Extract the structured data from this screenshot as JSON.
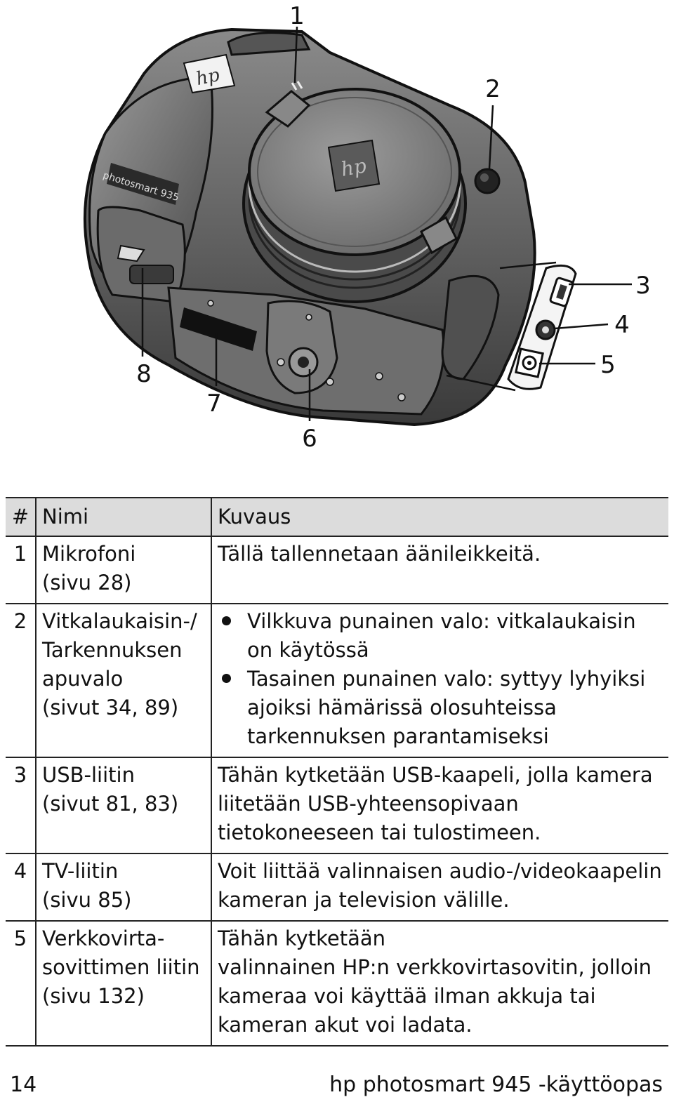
{
  "figure": {
    "callouts": [
      "1",
      "2",
      "3",
      "4",
      "5",
      "6",
      "7",
      "8"
    ],
    "logo_text": "hp",
    "model_label": "photosmart 935"
  },
  "table": {
    "headers": {
      "num": "#",
      "name": "Nimi",
      "desc": "Kuvaus"
    },
    "rows": [
      {
        "num": "1",
        "name": [
          "Mikrofoni",
          "(sivu 28)"
        ],
        "desc": "Tällä tallennetaan äänileikkeitä."
      },
      {
        "num": "2",
        "name": [
          "Vitkalaukaisin-/",
          "Tarkennuksen",
          "apuvalo",
          "(sivut 34, 89)"
        ],
        "bullets": [
          "Vilkkuva punainen valo: vitkalaukaisin on käytössä",
          "Tasainen punainen valo: syttyy lyhyiksi ajoiksi hämärissä olosuhteissa tarkennuksen parantamiseksi"
        ]
      },
      {
        "num": "3",
        "name": [
          "USB-liitin",
          "(sivut 81, 83)"
        ],
        "desc": "Tähän kytketään USB-kaapeli, jolla kamera liitetään USB-yhteensopivaan tietokoneeseen tai tulostimeen."
      },
      {
        "num": "4",
        "name": [
          "TV-liitin",
          "(sivu 85)"
        ],
        "desc": "Voit liittää valinnaisen audio-/videokaapelin kameran ja television välille."
      },
      {
        "num": "5",
        "name": [
          "Verkkovirta-",
          "sovittimen liitin",
          "(sivu 132)"
        ],
        "desc_lines": [
          "Tähän kytketään",
          "valinnainen HP:n verkkovirtasovitin, jolloin kameraa voi käyttää ilman akkuja tai kameran akut voi ladata."
        ]
      }
    ]
  },
  "footer": {
    "page_number": "14",
    "manual_title": "hp photosmart 945 -käyttöopas"
  }
}
